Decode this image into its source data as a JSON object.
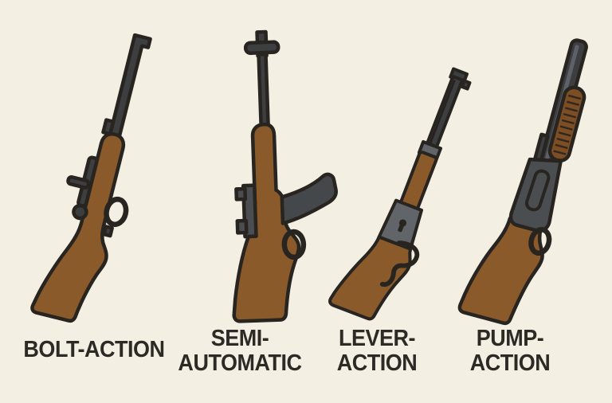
{
  "figure": {
    "items": [
      {
        "id": "bolt-action",
        "line1": "BOLT-ACTION",
        "line2": ""
      },
      {
        "id": "semi-automatic",
        "line1": "SEMI-",
        "line2": "AUTOMATIC"
      },
      {
        "id": "lever-action",
        "line1": "LEVER-",
        "line2": "ACTION"
      },
      {
        "id": "pump-action",
        "line1": "PUMP-",
        "line2": "ACTION"
      }
    ]
  },
  "colors": {
    "background": "#f4efe3",
    "outline": "#282420",
    "text": "#2d2a26",
    "wood": "#8a5a2b",
    "wood_dark": "#7d4e24",
    "metal_dark": "#3c3e40",
    "metal_mid": "#4b4e51",
    "metal_light": "#616468",
    "metal_highlight": "#5e6268",
    "magazine": "#45484a"
  }
}
